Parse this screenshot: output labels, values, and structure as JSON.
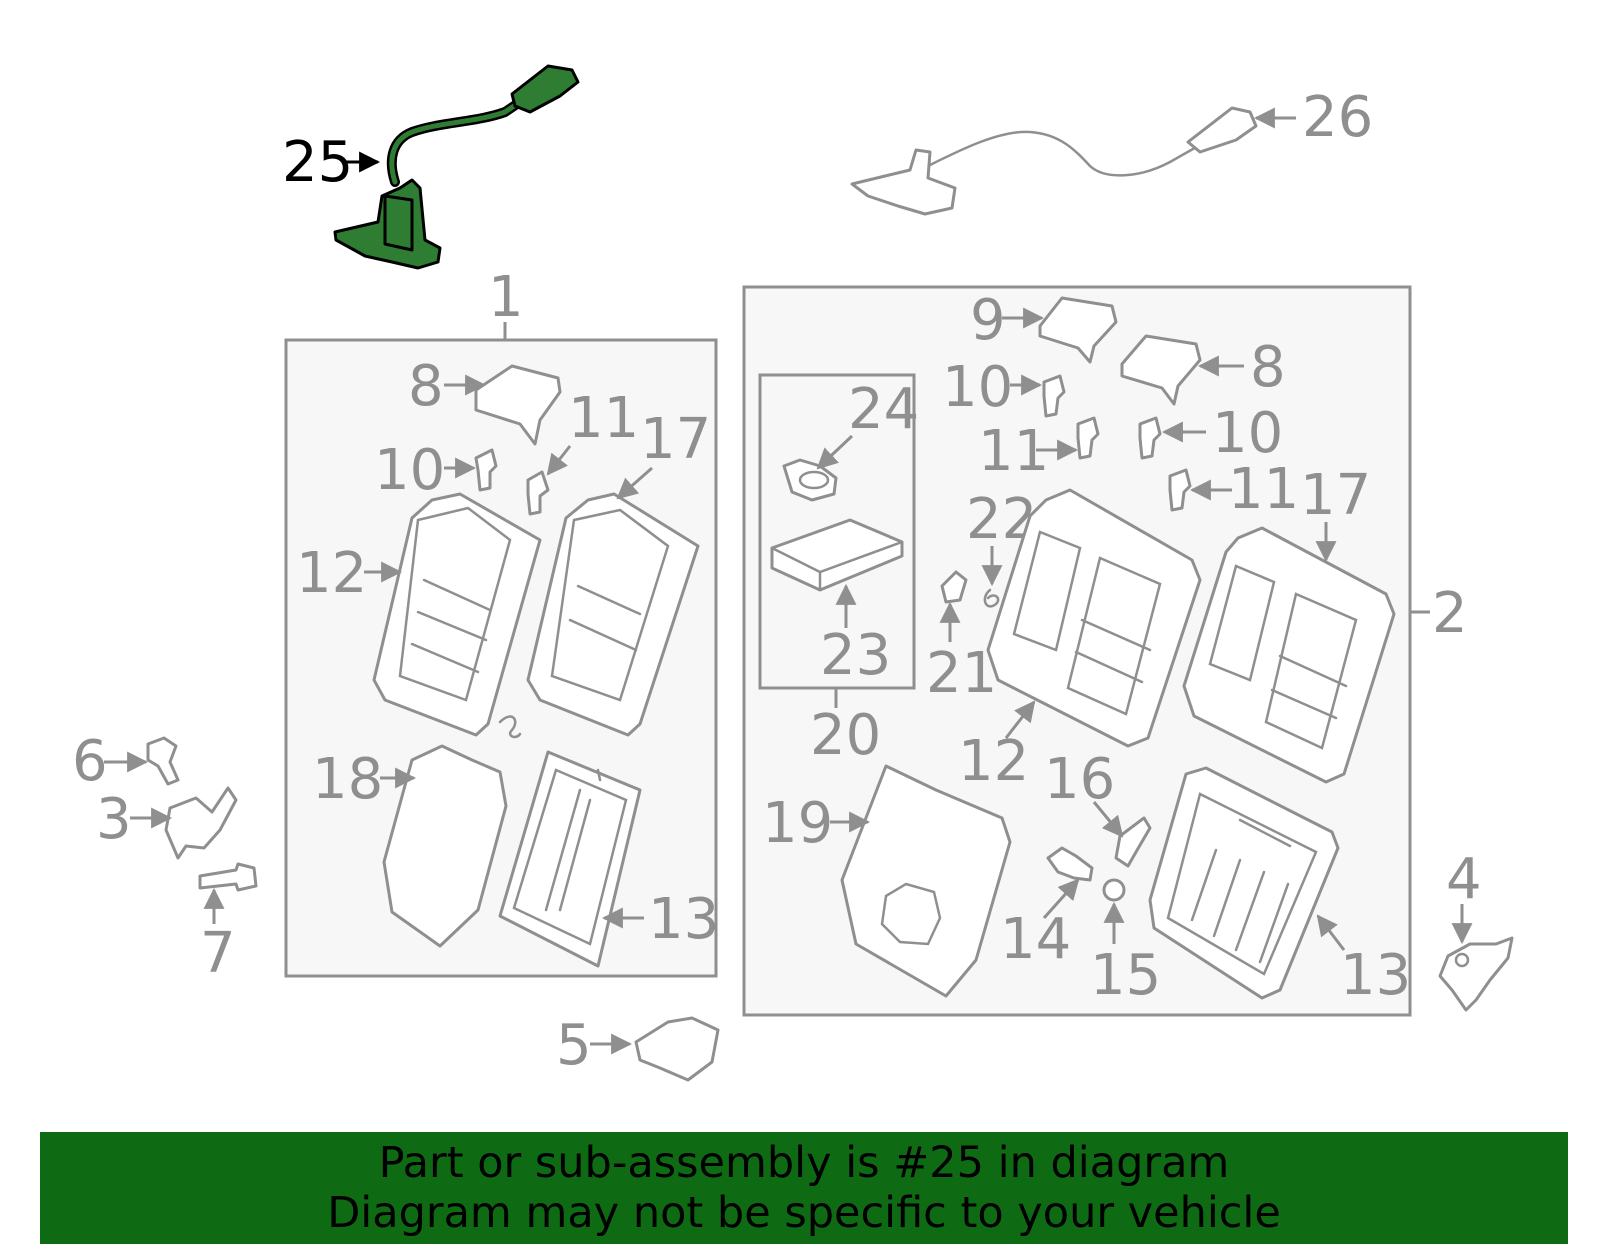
{
  "diagram": {
    "labels": {
      "p1": "1",
      "p2": "2",
      "p3": "3",
      "p4": "4",
      "p5": "5",
      "p6": "6",
      "p7": "7",
      "p8a": "8",
      "p8b": "8",
      "p9": "9",
      "p10a": "10",
      "p10b": "10",
      "p10c": "10",
      "p11a": "11",
      "p11b": "11",
      "p11c": "11",
      "p12a": "12",
      "p12b": "12",
      "p13a": "13",
      "p13b": "13",
      "p14": "14",
      "p15": "15",
      "p16": "16",
      "p17a": "17",
      "p17b": "17",
      "p18": "18",
      "p19": "19",
      "p20": "20",
      "p21": "21",
      "p22": "22",
      "p23": "23",
      "p24": "24",
      "p25": "25",
      "p26": "26"
    },
    "highlighted_part": "25",
    "colors": {
      "highlight": "#2e7d32",
      "parts": "#8f8f8f",
      "banner": "#0f6b13"
    }
  },
  "banner": {
    "line1": "Part or sub-assembly is #25 in diagram",
    "line2": "Diagram may not be specific to your vehicle"
  }
}
